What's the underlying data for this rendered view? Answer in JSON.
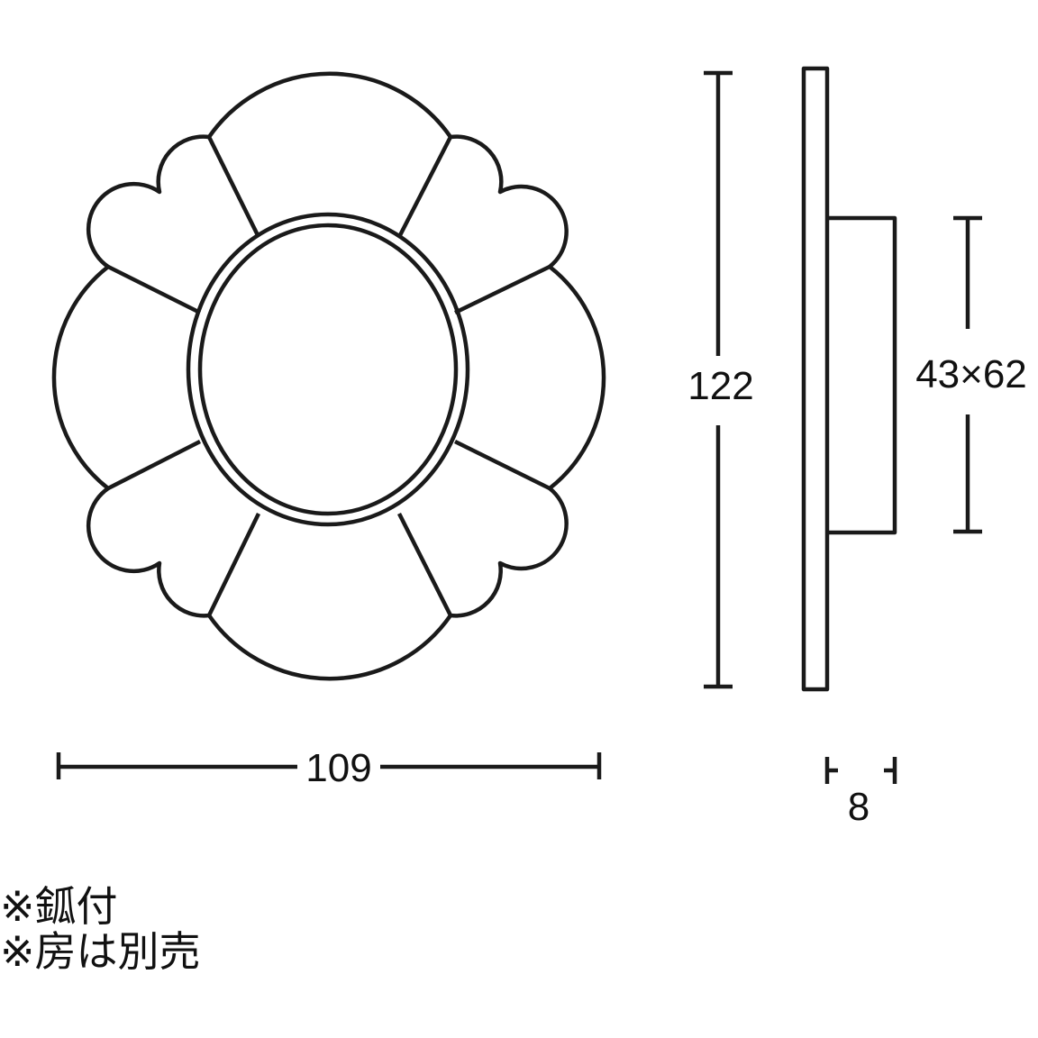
{
  "dimensions": {
    "width": "109",
    "height": "122",
    "window": "43×62",
    "depth": "8"
  },
  "notes": [
    "※鈲付",
    "※房は別売"
  ],
  "colors": {
    "line": "#1a1a1a",
    "background": "#ffffff"
  }
}
